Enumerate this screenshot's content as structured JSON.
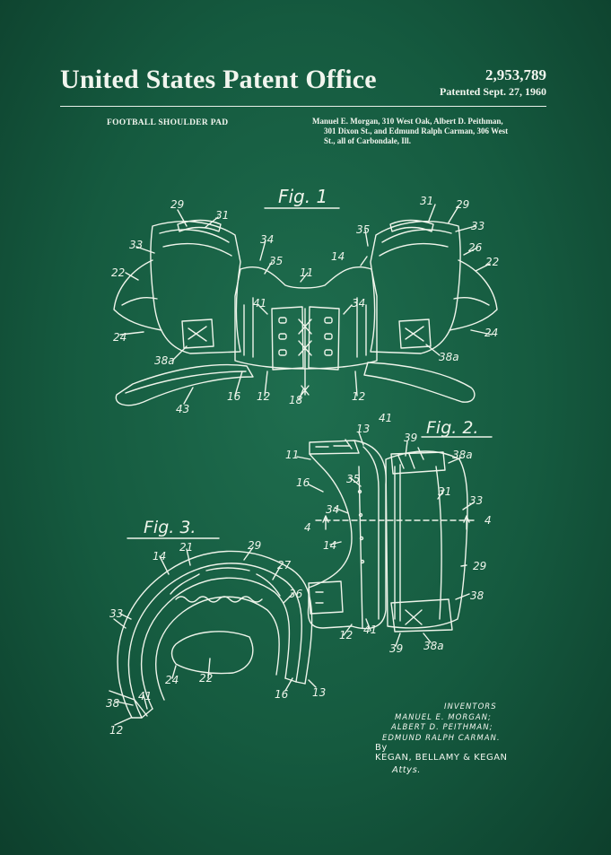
{
  "header": {
    "office": "United States Patent Office",
    "patent_number": "2,953,789",
    "patented": "Patented Sept. 27, 1960"
  },
  "subject": "FOOTBALL SHOULDER PAD",
  "inventors_text": {
    "line1": "Manuel E. Morgan, 310 West Oak, Albert D. Peithman,",
    "line2": "301 Dixon St., and Edmund Ralph Carman, 306 West",
    "line3": "St., all of Carbondale, Ill."
  },
  "figures": {
    "fig1": "Fig. 1",
    "fig2": "Fig. 2.",
    "fig3": "Fig. 3."
  },
  "ref_numerals": {
    "f1": [
      "29",
      "31",
      "33",
      "22",
      "24",
      "38a",
      "43",
      "16",
      "12",
      "18",
      "12",
      "34",
      "35",
      "41",
      "11",
      "14",
      "35",
      "34",
      "31",
      "29",
      "33",
      "26",
      "22",
      "24",
      "38a"
    ],
    "f2": [
      "13",
      "41",
      "39",
      "38a",
      "11",
      "16",
      "35",
      "34",
      "31",
      "33",
      "4",
      "4",
      "14",
      "29",
      "38",
      "12",
      "41",
      "39",
      "38a"
    ],
    "f3": [
      "21",
      "29",
      "14",
      "27",
      "36",
      "33",
      "24",
      "22",
      "38",
      "41",
      "16",
      "13",
      "12"
    ]
  },
  "signature": {
    "inventors_label": "INVENTORS",
    "name1": "MANUEL E. MORGAN;",
    "name2": "ALBERT D. PEITHMAN;",
    "name3": "EDMUND RALPH CARMAN.",
    "by": "By",
    "attorneys": "KEGAN, BELLAMY & KEGAN",
    "attys": "Attys."
  }
}
